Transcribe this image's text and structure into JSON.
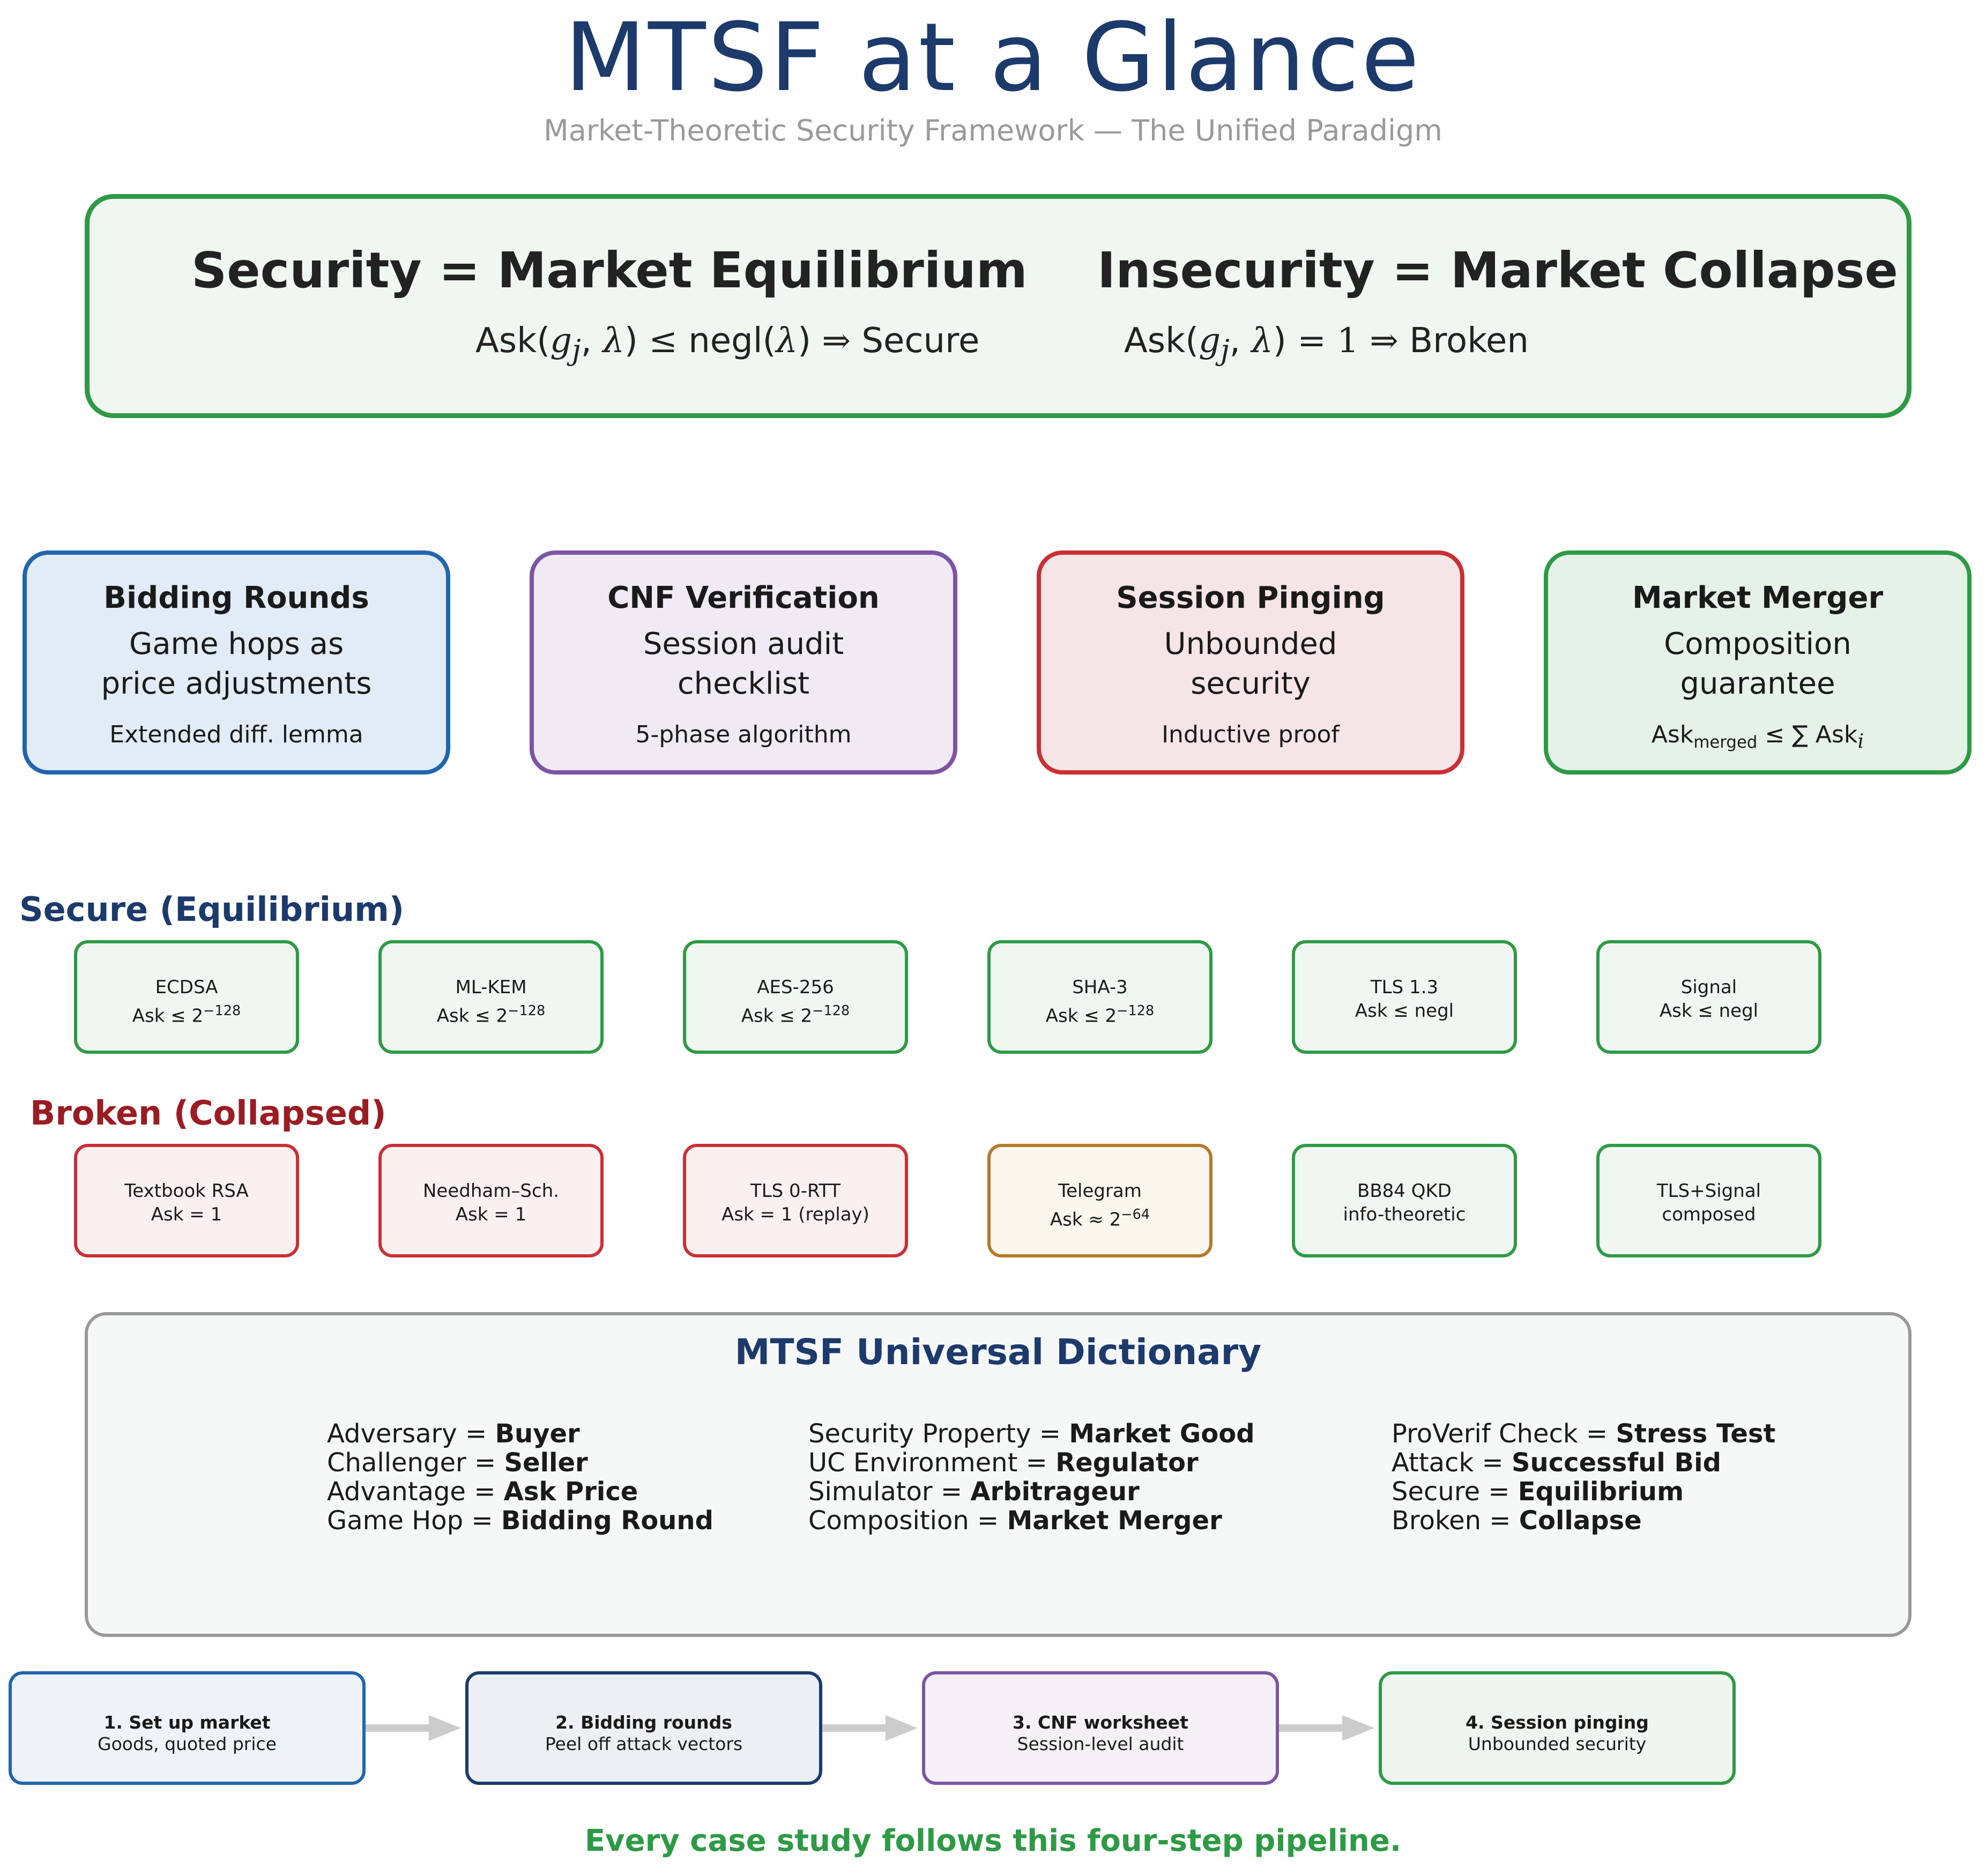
{
  "header": {
    "title": "MTSF at a Glance",
    "subtitle": "Market-Theoretic Security Framework — The Unified Paradigm"
  },
  "hero": {
    "left_heading": "Security = Market Equilibrium",
    "left_formula": "Ask(g_j, λ) ≤ negl(λ) ⇒ Secure",
    "right_heading": "Insecurity = Market Collapse",
    "right_formula": "Ask(g_j, λ) = 1 ⇒ Broken"
  },
  "cards": [
    {
      "title": "Bidding Rounds",
      "desc_line1": "Game hops as",
      "desc_line2": "price adjustments",
      "note": "Extended diff. lemma"
    },
    {
      "title": "CNF Verification",
      "desc_line1": "Session audit",
      "desc_line2": "checklist",
      "note": "5-phase algorithm"
    },
    {
      "title": "Session Pinging",
      "desc_line1": "Unbounded",
      "desc_line2": "security",
      "note": "Inductive proof"
    },
    {
      "title": "Market Merger",
      "desc_line1": "Composition",
      "desc_line2": "guarantee",
      "note": "Ask_merged ≤ ∑ Ask_i"
    }
  ],
  "rows": {
    "secure_label": "Secure (Equilibrium)",
    "broken_label": "Broken (Collapsed)"
  },
  "secure_items": [
    {
      "name": "ECDSA",
      "value": "Ask ≤ 2^−128"
    },
    {
      "name": "ML-KEM",
      "value": "Ask ≤ 2^−128"
    },
    {
      "name": "AES-256",
      "value": "Ask ≤ 2^−128"
    },
    {
      "name": "SHA-3",
      "value": "Ask ≤ 2^−128"
    },
    {
      "name": "TLS 1.3",
      "value": "Ask ≤ negl"
    },
    {
      "name": "Signal",
      "value": "Ask ≤ negl"
    }
  ],
  "broken_items": [
    {
      "name": "Textbook RSA",
      "value": "Ask = 1",
      "status": "collapsed"
    },
    {
      "name": "Needham–Sch.",
      "value": "Ask = 1",
      "status": "collapsed"
    },
    {
      "name": "TLS 0-RTT",
      "value": "Ask = 1 (replay)",
      "status": "collapsed"
    },
    {
      "name": "Telegram",
      "value": "Ask ≈ 2^−64",
      "status": "weak"
    },
    {
      "name": "BB84 QKD",
      "value": "info-theoretic",
      "status": "secure"
    },
    {
      "name": "TLS+Signal",
      "value": "composed",
      "status": "secure"
    }
  ],
  "status_colors": {
    "secure": "#2e9a45",
    "collapsed": "#c93035",
    "weak": "#b47a2c"
  },
  "dictionary": {
    "title": "MTSF Universal Dictionary",
    "columns": [
      [
        {
          "term": "Adversary",
          "meaning": "Buyer"
        },
        {
          "term": "Challenger",
          "meaning": "Seller"
        },
        {
          "term": "Advantage",
          "meaning": "Ask Price"
        },
        {
          "term": "Game Hop",
          "meaning": "Bidding Round"
        }
      ],
      [
        {
          "term": "Security Property",
          "meaning": "Market Good"
        },
        {
          "term": "UC Environment",
          "meaning": "Regulator"
        },
        {
          "term": "Simulator",
          "meaning": "Arbitrageur"
        },
        {
          "term": "Composition",
          "meaning": "Market Merger"
        }
      ],
      [
        {
          "term": "ProVerif Check",
          "meaning": "Stress Test"
        },
        {
          "term": "Attack",
          "meaning": "Successful Bid"
        },
        {
          "term": "Secure",
          "meaning": "Equilibrium"
        },
        {
          "term": "Broken",
          "meaning": "Collapse"
        }
      ]
    ]
  },
  "pipeline": [
    {
      "title": "1. Set up market",
      "desc": "Goods, quoted price"
    },
    {
      "title": "2. Bidding rounds",
      "desc": "Peel off attack vectors"
    },
    {
      "title": "3. CNF worksheet",
      "desc": "Session-level audit"
    },
    {
      "title": "4. Session pinging",
      "desc": "Unbounded security"
    }
  ],
  "footer": "Every case study follows this four-step pipeline."
}
